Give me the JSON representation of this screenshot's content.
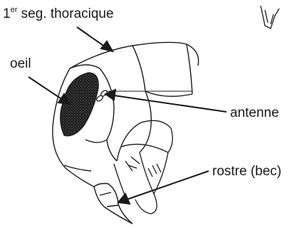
{
  "labels": {
    "segment_number": "1",
    "segment_superscript": "er",
    "segment_text": " seg. thoracique",
    "oeil": "oeil",
    "antenne": "antenne",
    "rostre": "rostre (bec)"
  },
  "colors": {
    "ink": "#1a1a1a",
    "eye_fill": "#2a2a2a",
    "background": "#ffffff"
  }
}
